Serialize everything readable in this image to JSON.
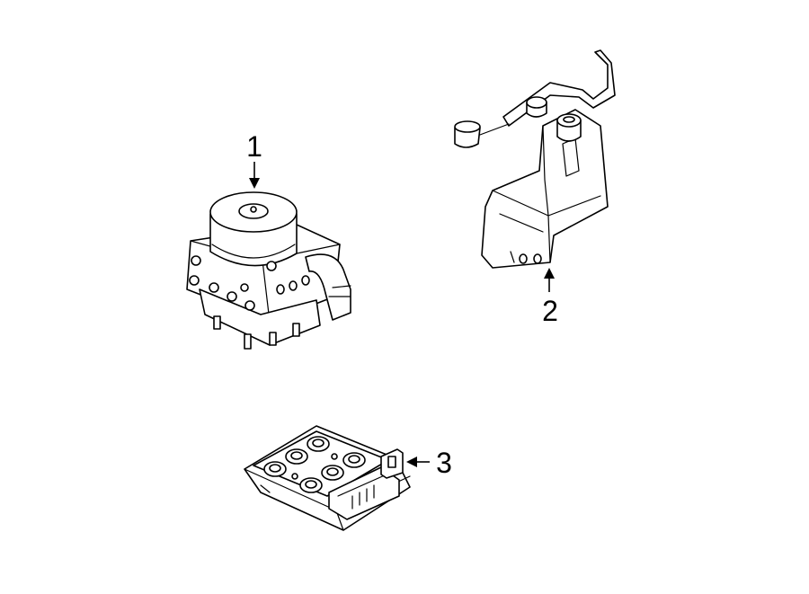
{
  "callouts": [
    {
      "number": "1",
      "part": "abs-modulator-assembly"
    },
    {
      "number": "2",
      "part": "mounting-bracket"
    },
    {
      "number": "3",
      "part": "control-module"
    }
  ]
}
